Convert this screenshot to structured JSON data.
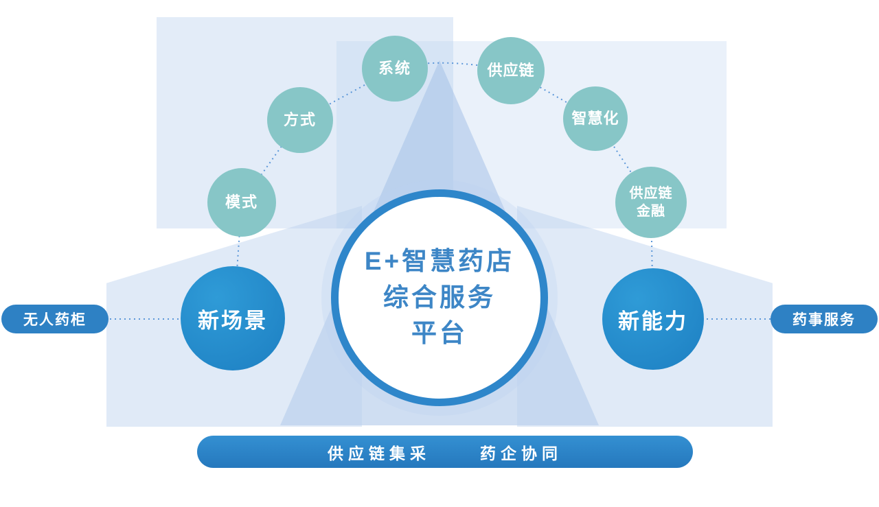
{
  "diagram_title": "E+智慧药店综合服务平台",
  "center": {
    "line1": "E+智慧药店",
    "line2": "综合服务",
    "line3": "平台"
  },
  "satellites": [
    {
      "label": "模式"
    },
    {
      "label": "方式"
    },
    {
      "label": "系统"
    },
    {
      "label": "供应链"
    },
    {
      "label": "智慧化"
    },
    {
      "label": "供应链",
      "label2": "金融"
    }
  ],
  "left_node": {
    "label": "新场景"
  },
  "right_node": {
    "label": "新能力"
  },
  "left_pill": {
    "label": "无人药柜"
  },
  "right_pill": {
    "label": "药事服务"
  },
  "bottom_bar": {
    "item1": "供应链集采",
    "item2": "药企协同"
  },
  "colors": {
    "satellite_teal": "#87c6c7",
    "node_blue": "#1e86c8",
    "pill_blue": "#2e81c4",
    "bar_blue": "#2a82c8",
    "center_border": "#2e86ca",
    "center_text": "#3d86c6",
    "connector": "#5a96d8",
    "background_light": "#d6e3f6"
  }
}
